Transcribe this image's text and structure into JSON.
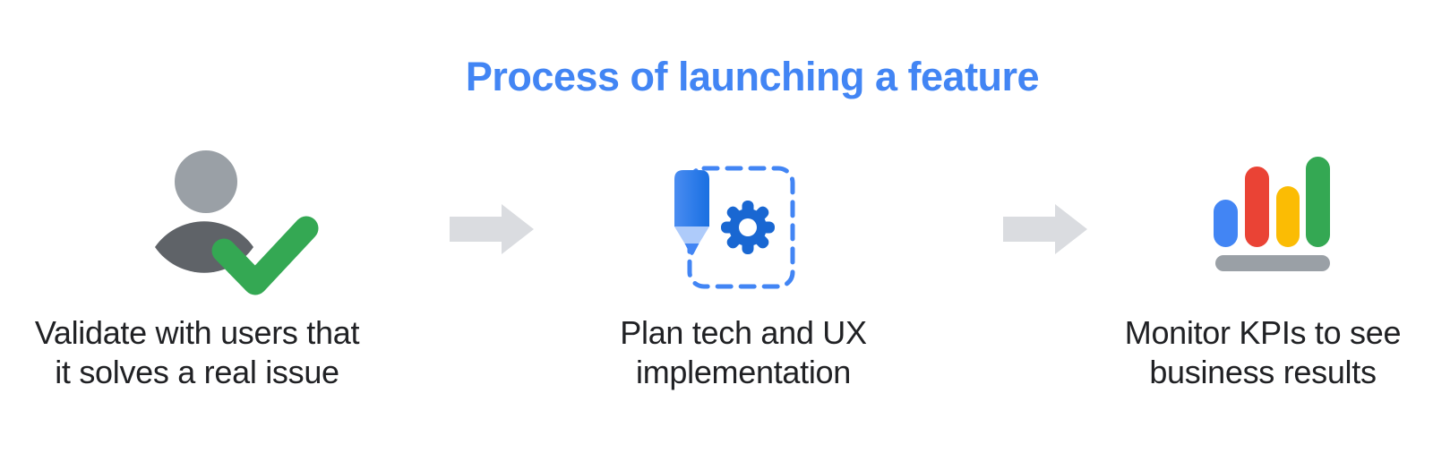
{
  "title": {
    "text": "Process of launching a feature",
    "color": "#4285F4"
  },
  "steps": [
    {
      "id": "validate",
      "icon": "user-checkmark-icon",
      "caption": "Validate with users that\nit solves a real issue"
    },
    {
      "id": "plan",
      "icon": "pencil-gear-icon",
      "caption": "Plan tech and UX\nimplementation"
    },
    {
      "id": "monitor",
      "icon": "bar-chart-icon",
      "caption": "Monitor KPIs to see\nbusiness results"
    }
  ],
  "arrows": [
    {
      "between": "validate-plan",
      "direction": "right"
    },
    {
      "between": "plan-monitor",
      "direction": "right"
    }
  ],
  "colors": {
    "title_blue": "#4285F4",
    "text_dark": "#202124",
    "arrow_gray": "#DADCE0",
    "head_gray": "#9AA0A6",
    "body_gray": "#5F6368",
    "check_green": "#34A853",
    "pencil_blue": "#2E7CE9",
    "pencil_wood_light_blue": "#AECBFA",
    "gear_blue": "#1967D2",
    "dashed_box_blue": "#4285F4",
    "bar_blue": "#4285F4",
    "bar_red": "#EA4335",
    "bar_yellow": "#FBBC04",
    "bar_green": "#34A853",
    "bar_base_gray": "#9AA0A6",
    "background": "#FFFFFF"
  }
}
